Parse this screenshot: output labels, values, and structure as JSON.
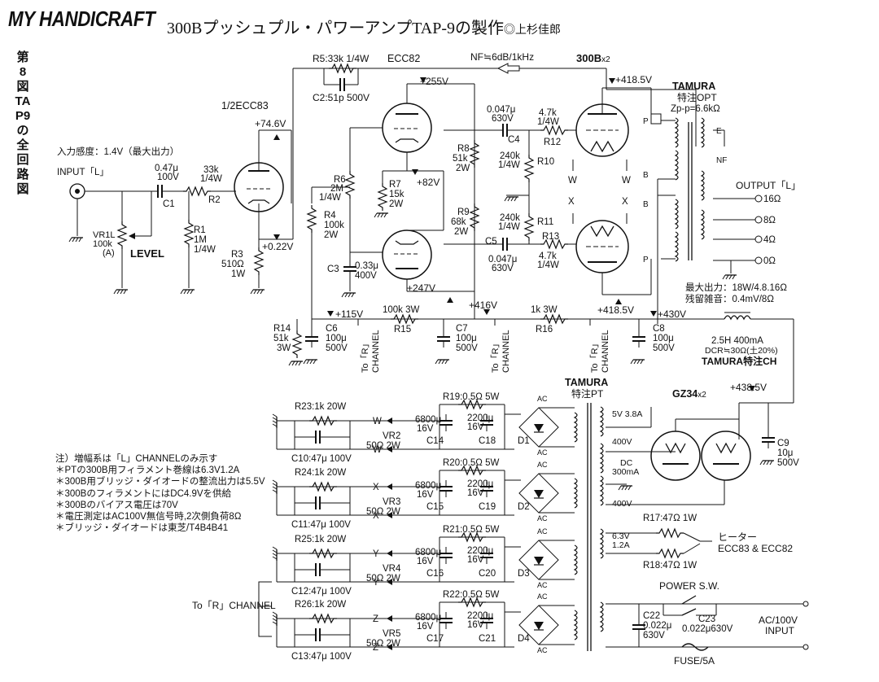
{
  "header": {
    "brand": "MY HANDICRAFT",
    "title": "300Bプッシュプル・パワーアンプTAP-9の製作",
    "author": "◎上杉佳郎"
  },
  "figure_caption": "第8図 TAP9の全回路図",
  "labels": {
    "input": "INPUT「L」",
    "sensitivity": "入力感度：1.4V（最大出力）",
    "level": "LEVEL",
    "ecc83": "1/2ECC83",
    "ecc82": "ECC82",
    "tube_300b": "300B",
    "tube_300b_qty": "x2",
    "nf": "NF≒6dB/1kHz",
    "tamura_opt": "TAMURA",
    "opt_spec": "特注OPT",
    "zpp": "Zp-p=6.6kΩ",
    "output": "OUTPUT「L」",
    "max_out": "最大出力：18W/4.8.16Ω",
    "noise": "残留雑音：0.4mV/8Ω",
    "choke": "2.5H 400mA",
    "dcr": "DCR≒30Ω(土20%)",
    "tamura_ch": "TAMURA特注CH",
    "tamura_pt": "TAMURA",
    "pt_spec": "特注PT",
    "gz34": "GZ34",
    "gz34_qty": "x2",
    "heater": "ヒーター",
    "heater_tubes": "ECC83 & ECC82",
    "power_sw": "POWER S.W.",
    "ac_input_1": "AC/100V",
    "ac_input_2": "INPUT",
    "fuse": "FUSE/5A",
    "to_r_channel": "To「R」CHANNEL",
    "to": "To「R」",
    "channel": "CHANNEL"
  },
  "voltages": {
    "v74_6": "+74.6V",
    "v0_22": "+0.22V",
    "v255": "+255V",
    "v82": "+82V",
    "v247": "+247V",
    "v418_5a": "+418.5V",
    "v418_5b": "+418.5V",
    "v115": "+115V",
    "v416": "+416V",
    "v430": "+430V",
    "v438_5": "+438.5V"
  },
  "components": {
    "r5": "R5:33k 1/4W",
    "c2": "C2:51p 500V",
    "c1_val": "0.47μ",
    "c1_v": "100V",
    "c1": "C1",
    "r2_val": "33k",
    "r2_w": "1/4W",
    "r2": "R2",
    "vr1": "VR1L",
    "vr1_val": "100k",
    "vr1_a": "(A)",
    "r1": "R1",
    "r1_val": "1M",
    "r1_w": "1/4W",
    "r3": "R3",
    "r3_val": "510Ω",
    "r3_w": "1W",
    "r4": "R4",
    "r4_val": "100k",
    "r4_w": "2W",
    "r6": "R6",
    "r6_val": "2M",
    "r6_w": "1/4W",
    "r7": "R7",
    "r7_val": "15k",
    "r7_w": "2W",
    "c3_val": "0.33μ",
    "c3_v": "400V",
    "c3": "C3",
    "r8": "R8",
    "r8_val": "51k",
    "r8_w": "2W",
    "r9": "R9",
    "r9_val": "68k",
    "r9_w": "2W",
    "c4_val": "0.047μ",
    "c4_v": "630V",
    "c4": "C4",
    "r12_val": "4.7k",
    "r12_w": "1/4W",
    "r12": "R12",
    "r10_val": "240k",
    "r10_w": "1/4W",
    "r10": "R10",
    "r11_val": "240k",
    "r11_w": "1/4W",
    "r11": "R11",
    "c5": "C5",
    "c5_val": "0.047μ",
    "c5_v": "630V",
    "r13": "R13",
    "r13_val": "4.7k",
    "r13_w": "1/4W",
    "r14": "R14",
    "r14_val": "51k",
    "r14_w": "3W",
    "c6": "C6",
    "c6_val": "100μ",
    "c6_v": "500V",
    "r15_val": "100k 3W",
    "r15": "R15",
    "c7": "C7",
    "c7_val": "100μ",
    "c7_v": "500V",
    "r16_val": "1k 3W",
    "r16": "R16",
    "c8": "C8",
    "c8_val": "100μ",
    "c8_v": "500V",
    "c9": "C9",
    "c9_val": "10μ",
    "c9_v": "500V",
    "r17": "R17:47Ω 1W",
    "r18": "R18:47Ω 1W",
    "c22": "C22",
    "c22_val": "0.022μ",
    "c22_v": "630V",
    "c23": "C23",
    "c23_val": "0.022μ630V"
  },
  "opt_taps": [
    "16Ω",
    "8Ω",
    "4Ω",
    "0Ω"
  ],
  "opt_pins": {
    "p": "P",
    "b": "B",
    "e": "E",
    "nf": "NF"
  },
  "pt_windings": {
    "w5v": "5V 3.8A",
    "w400a": "400V",
    "dc": "DC",
    "ma": "300mA",
    "w400b": "400V",
    "w6v": "6.3V",
    "w6a": "1.2A"
  },
  "node_letters": {
    "w": "W",
    "x": "X",
    "y": "Y",
    "z": "Z",
    "ac": "AC"
  },
  "supplies": [
    {
      "name": "W",
      "r_top": "R19:0.5Ω 5W",
      "r_left": "R23:1k 20W",
      "vr": "VR2",
      "vr_val": "50Ω 2W",
      "c_small": "C10:47μ 100V",
      "c_a_val": "6800μ",
      "c_a_v": "16V",
      "c_a": "C14",
      "c_b_val": "2200μ",
      "c_b_v": "16V",
      "c_b": "C18",
      "diode": "D1"
    },
    {
      "name": "X",
      "r_top": "R20:0.5Ω 5W",
      "r_left": "R24:1k 20W",
      "vr": "VR3",
      "vr_val": "50Ω 2W",
      "c_small": "C11:47μ 100V",
      "c_a_val": "6800μ",
      "c_a_v": "16V",
      "c_a": "C15",
      "c_b_val": "2200μ",
      "c_b_v": "16V",
      "c_b": "C19",
      "diode": "D2"
    },
    {
      "name": "Y",
      "r_top": "R21:0.5Ω 5W",
      "r_left": "R25:1k 20W",
      "vr": "VR4",
      "vr_val": "50Ω 2W",
      "c_small": "C12:47μ 100V",
      "c_a_val": "6800μ",
      "c_a_v": "16V",
      "c_a": "C16",
      "c_b_val": "2200μ",
      "c_b_v": "16V",
      "c_b": "C20",
      "diode": "D3"
    },
    {
      "name": "Z",
      "r_top": "R22:0.5Ω 5W",
      "r_left": "R26:1k 20W",
      "vr": "VR5",
      "vr_val": "50Ω 2W",
      "c_small": "C13:47μ 100V",
      "c_a_val": "6800μ",
      "c_a_v": "16V",
      "c_a": "C17",
      "c_b_val": "2200μ",
      "c_b_v": "16V",
      "c_b": "C21",
      "diode": "D4"
    }
  ],
  "notes": [
    "注）増幅系は「L」CHANNELのみ示す",
    "＊PTの300B用フィラメント巻線は6.3V1.2A",
    "＊300B用ブリッジ・ダイオードの整流出力は5.5V",
    "＊300BのフィラメントにはDC4.9Vを供給",
    "＊300Bのバイアス電圧は70V",
    "＊電圧測定はAC100V無信号時,2次側負荷8Ω",
    "＊ブリッジ・ダイオードは東芝/T4B4B41"
  ]
}
